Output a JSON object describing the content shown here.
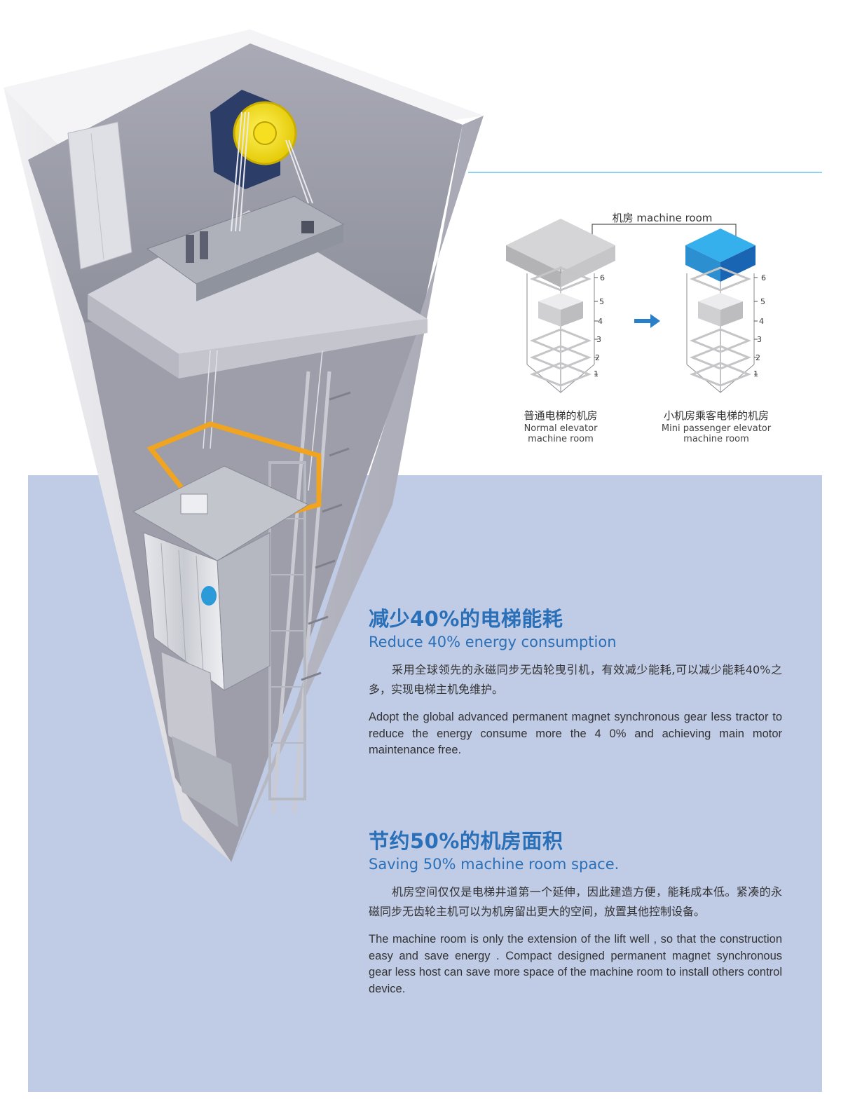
{
  "diagram": {
    "title": "机房 machine room",
    "floor_labels": [
      "6",
      "5",
      "4",
      "3",
      "2",
      "1"
    ],
    "normal": {
      "caption_cn": "普通电梯的机房",
      "caption_en_line1": "Normal elevator",
      "caption_en_line2": "machine room"
    },
    "mini": {
      "caption_cn": "小机房乘客电梯的机房",
      "caption_en_line1": "Mini passenger elevator",
      "caption_en_line2": "machine room"
    },
    "colors": {
      "normal_room": "#c6c6c8",
      "mini_room": "#2aa0de",
      "arrow": "#2a7fc8"
    }
  },
  "section1": {
    "heading_cn": "减少40%的电梯能耗",
    "heading_en": "Reduce 40% energy consumption",
    "body_cn": "采用全球领先的永磁同步无齿轮曳引机，有效减少能耗,可以减少能耗40%之多，实现电梯主机免维护。",
    "body_en": "Adopt the global advanced permanent magnet synchronous gear less tractor to reduce the energy consume more the 4 0% and achieving main motor maintenance free."
  },
  "section2": {
    "heading_cn": "节约50%的机房面积",
    "heading_en": "Saving 50% machine room space.",
    "body_cn": "机房空间仅仅是电梯井道第一个延伸，因此建造方便，能耗成本低。紧凑的永磁同步无齿轮主机可以为机房留出更大的空间，放置其他控制设备。",
    "body_en": "The machine room is only the extension of the lift well , so that the construction easy and save energy . Compact designed permanent magnet synchronous gear less host can save more space of the machine room to install others control device."
  },
  "colors": {
    "accent": "#2a70b8",
    "panel": "#c0cbe6",
    "rule": "#8fd2ec"
  }
}
